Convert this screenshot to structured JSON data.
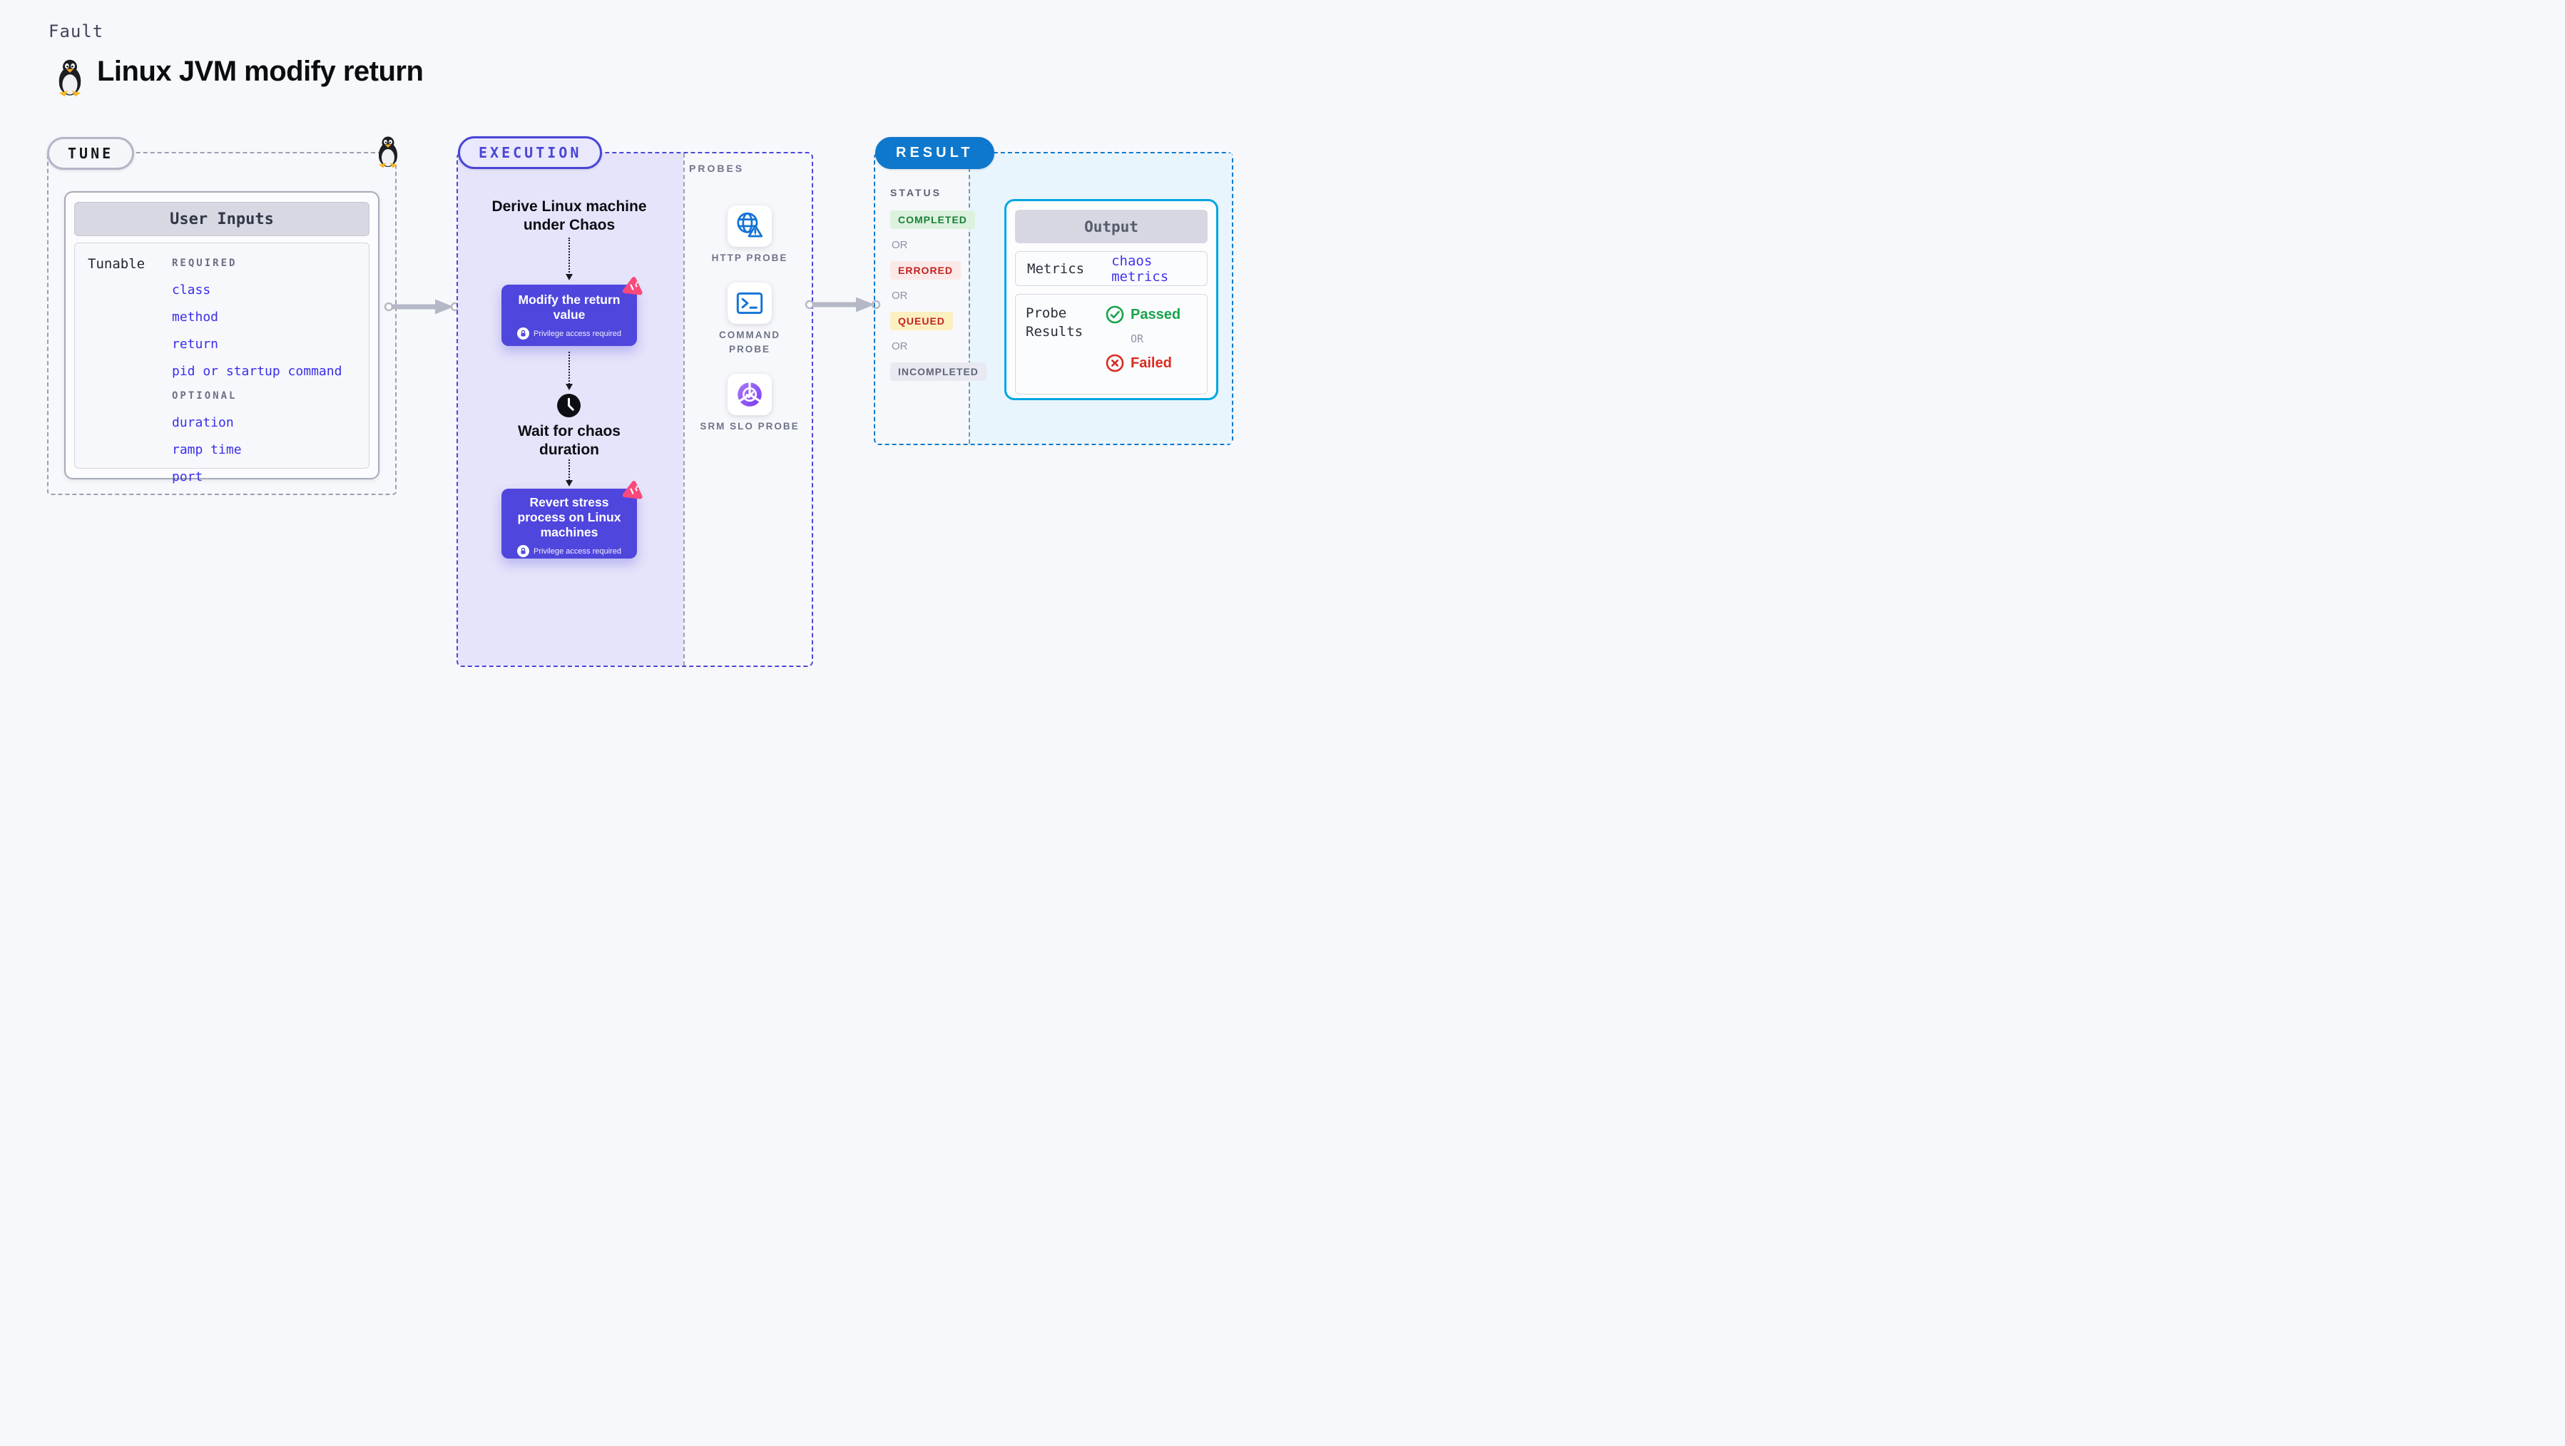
{
  "page": {
    "kicker": "Fault",
    "title": "Linux JVM modify return"
  },
  "tune": {
    "pill": "TUNE",
    "card_title": "User Inputs",
    "row_label": "Tunable",
    "required_label": "REQUIRED",
    "required_items": [
      "class",
      "method",
      "return",
      "pid or startup command"
    ],
    "optional_label": "OPTIONAL",
    "optional_items": [
      "duration",
      "ramp time",
      "port"
    ]
  },
  "execution": {
    "pill": "EXECUTION",
    "derive_step": "Derive Linux machine under Chaos",
    "modify_step": "Modify the return value",
    "wait_step": "Wait for chaos duration",
    "revert_step": "Revert stress process on Linux machines",
    "privilege_note": "Privilege access required"
  },
  "probes": {
    "label": "PROBES",
    "items": [
      {
        "name": "HTTP PROBE",
        "icon": "globe-warning-icon"
      },
      {
        "name": "COMMAND PROBE",
        "icon": "terminal-icon"
      },
      {
        "name": "SRM SLO PROBE",
        "icon": "slo-pie-check-icon"
      }
    ]
  },
  "result": {
    "pill": "RESULT",
    "status_label": "STATUS",
    "or_label": "OR",
    "statuses": [
      {
        "label": "COMPLETED",
        "fg": "#1b7f37",
        "bg": "#dcf2de"
      },
      {
        "label": "ERRORED",
        "fg": "#c5221f",
        "bg": "#fbe9e8"
      },
      {
        "label": "QUEUED",
        "fg": "#c5221f",
        "bg": "#fdf0c0"
      },
      {
        "label": "INCOMPLETED",
        "fg": "#5f6578",
        "bg": "#e9e9f1"
      }
    ],
    "output": {
      "title": "Output",
      "metrics_label": "Metrics",
      "metrics_link": "chaos metrics",
      "probe_results_label": "Probe Results",
      "passed": "Passed",
      "or_label": "OR",
      "failed": "Failed"
    }
  },
  "colors": {
    "accent_indigo": "#4f46dd",
    "lavender_bg": "#e5e4fa",
    "exec_dash": "#4b47d8",
    "result_dash": "#127ace",
    "result_pill_blue": "#0e78cd",
    "output_border_cyan": "#00a5e3",
    "result_area_blue": "#e8f5fc",
    "probe_icon_blue": "#1273d4",
    "slo_purple": "#7a3bf2",
    "chaos_pink": "#f9497b",
    "link_blue": "#3a2ee8",
    "arrow_gray": "#b5b8c6",
    "passed_green": "#17a34b",
    "failed_red": "#da2b1f"
  }
}
